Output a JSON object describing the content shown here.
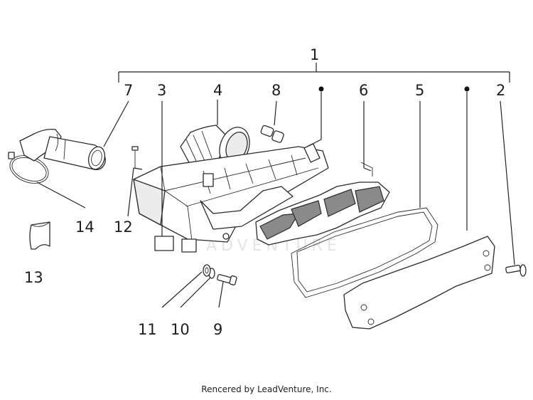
{
  "callouts": {
    "c1": "1",
    "c2": "2",
    "c3": "3",
    "c4": "4",
    "c5": "5",
    "c6": "6",
    "c7": "7",
    "c8": "8",
    "c9": "9",
    "c10": "10",
    "c11": "11",
    "c12": "12",
    "c13": "13",
    "c14": "14"
  },
  "watermark": "ADVENTURE",
  "footer": "Rencered by LeadVenture, Inc."
}
